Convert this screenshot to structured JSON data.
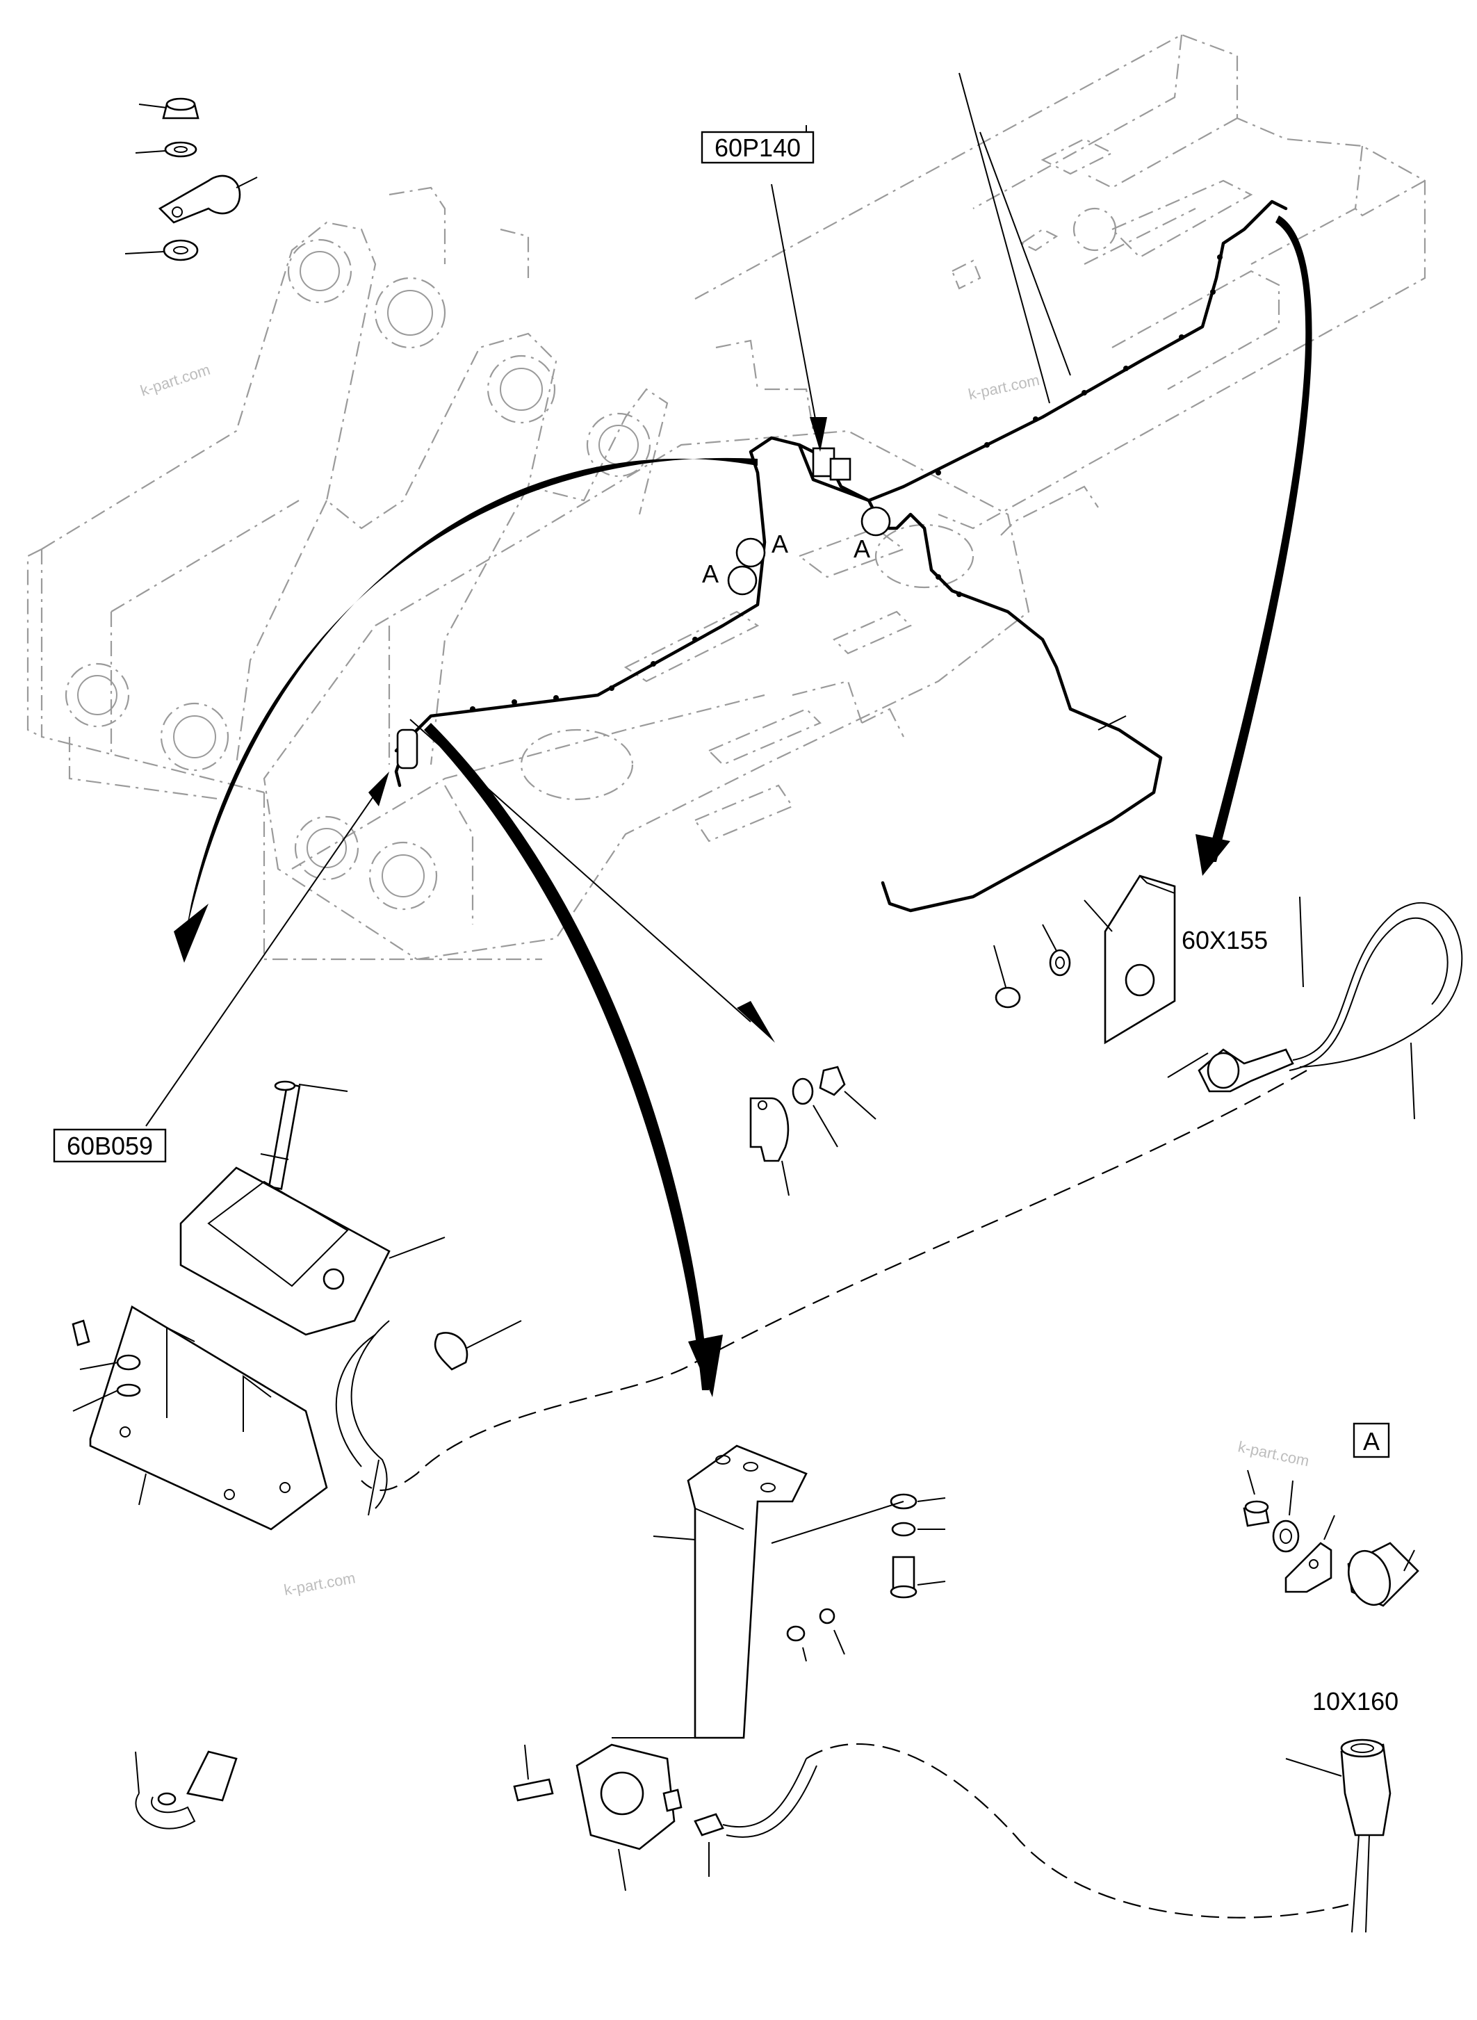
{
  "labels": {
    "pressure_sensor": "60P140",
    "connector_main": "60X155",
    "sensor_front": "60B059",
    "detail_marker": "A",
    "connector_10": "10X160",
    "section_a1": "A",
    "section_a2": "A",
    "section_a3": "A"
  },
  "watermarks": [
    "k-part.com",
    "k-part.com",
    "k-part.com",
    "k-part.com"
  ]
}
